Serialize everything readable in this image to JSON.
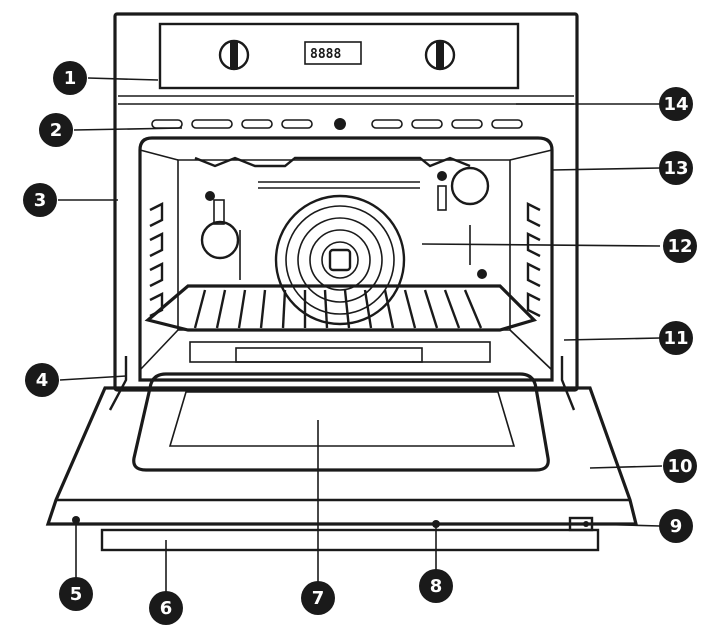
{
  "diagram": {
    "display_readout": "8888",
    "callouts": [
      {
        "label": "1"
      },
      {
        "label": "2"
      },
      {
        "label": "3"
      },
      {
        "label": "4"
      },
      {
        "label": "5"
      },
      {
        "label": "6"
      },
      {
        "label": "7"
      },
      {
        "label": "8"
      },
      {
        "label": "9"
      },
      {
        "label": "10"
      },
      {
        "label": "11"
      },
      {
        "label": "12"
      },
      {
        "label": "13"
      },
      {
        "label": "14"
      }
    ],
    "colors": {
      "ink": "#1a1a1a",
      "paper": "#ffffff"
    }
  }
}
